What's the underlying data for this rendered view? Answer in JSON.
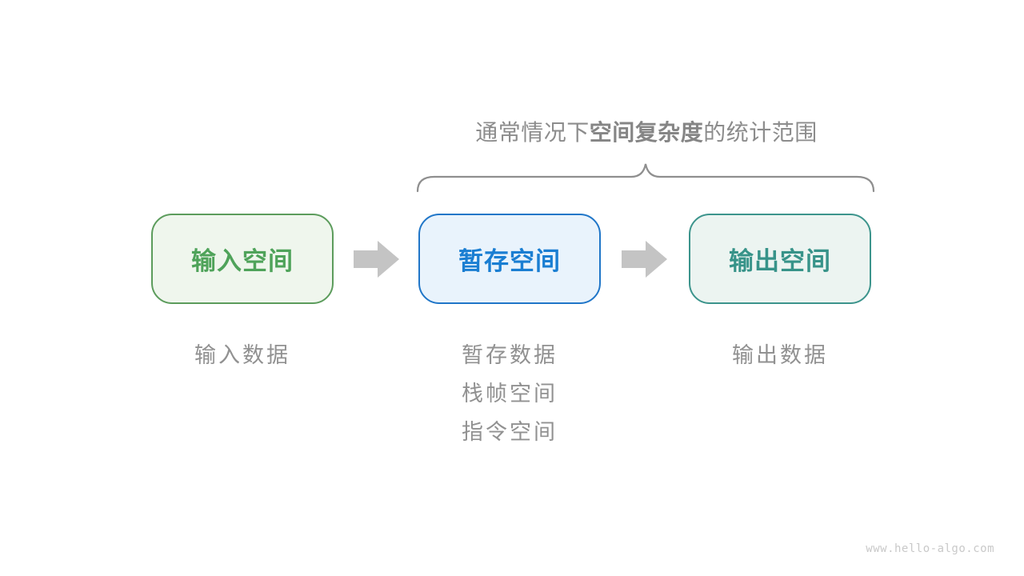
{
  "diagram": {
    "title": {
      "prefix": "通常情况下",
      "bold": "空间复杂度",
      "suffix": "的统计范围"
    },
    "boxes": [
      {
        "name": "input-space",
        "label": "输入空间"
      },
      {
        "name": "temp-space",
        "label": "暂存空间"
      },
      {
        "name": "output-space",
        "label": "输出空间"
      }
    ],
    "captions": [
      {
        "lines": [
          "输入数据"
        ]
      },
      {
        "lines": [
          "暂存数据",
          "栈帧空间",
          "指令空间"
        ]
      },
      {
        "lines": [
          "输出数据"
        ]
      }
    ],
    "watermark": "www.hello-algo.com",
    "colors": {
      "green_border": "#5c9c5c",
      "green_text": "#4fa35a",
      "green_bg": "#eff6ed",
      "blue_border": "#2076c8",
      "blue_text": "#1a7ed2",
      "blue_bg": "#e9f3fc",
      "teal_border": "#3c948c",
      "teal_text": "#379389",
      "teal_bg": "#ecf4f1",
      "arrow_gray": "#c4c4c4",
      "brace_gray": "#8f8f8f",
      "text_gray": "#919191",
      "title_gray": "#8c8c8c",
      "watermark_gray": "#c9c9c9"
    }
  }
}
